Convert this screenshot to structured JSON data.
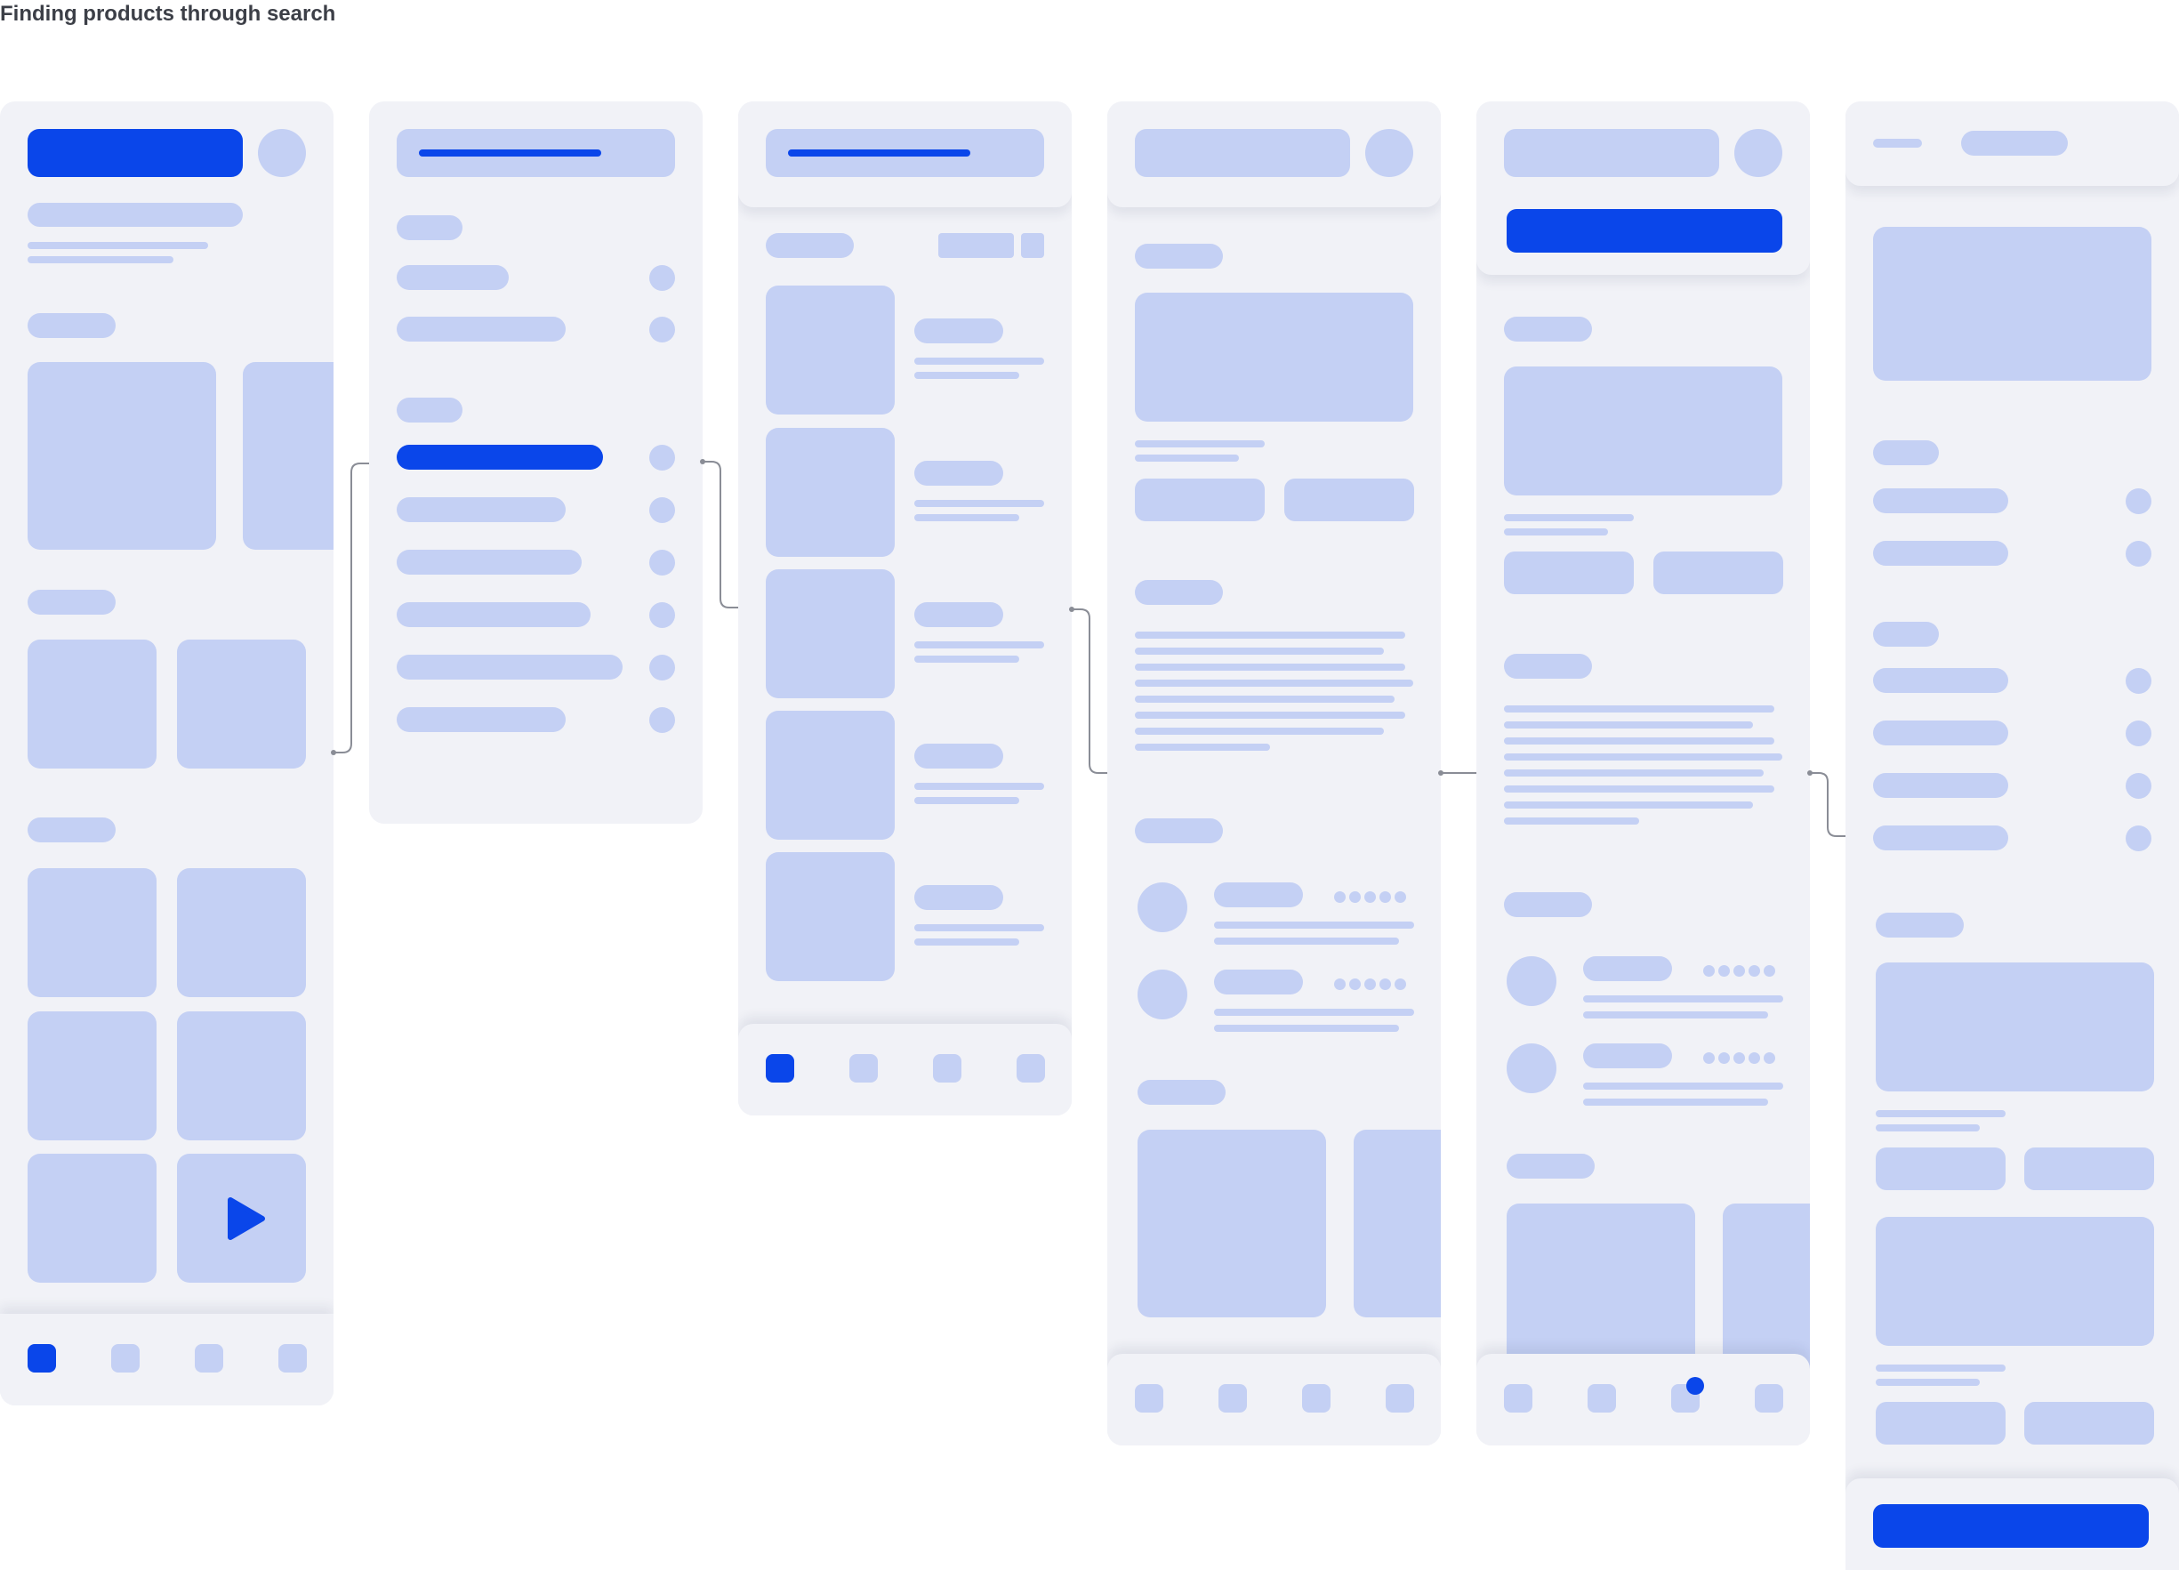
{
  "page_title": "Finding products through search",
  "colors": {
    "canvas": "#ffffff",
    "screen_bg": "#f1f2f7",
    "placeholder": "#c4d0f4",
    "accent": "#0a46ea",
    "connector": "#8a8d96"
  },
  "screens": [
    {
      "id": "home",
      "icons": [
        "play-icon"
      ]
    },
    {
      "id": "search-suggestions"
    },
    {
      "id": "search-results"
    },
    {
      "id": "product-detail"
    },
    {
      "id": "product-detail-add-to-cart"
    },
    {
      "id": "checkout"
    }
  ],
  "connectors": [
    "home-to-search",
    "search-to-results",
    "results-to-product",
    "product-to-cart",
    "cart-to-checkout"
  ]
}
